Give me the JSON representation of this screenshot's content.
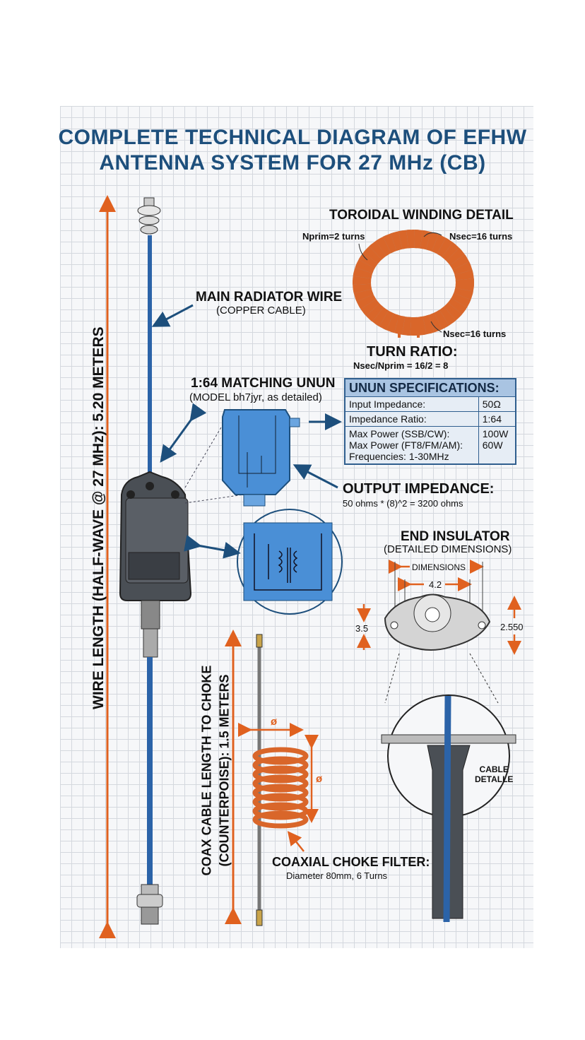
{
  "title": {
    "line1": "COMPLETE TECHNICAL DIAGRAM OF EFHW",
    "line2": "ANTENNA SYSTEM FOR 27 MHz (CB)"
  },
  "wire_length_label": "WIRE LENGTH (HALF-WAVE @ 27 MHz): 5.20 METERS",
  "main_radiator": {
    "title": "MAIN RADIATOR WIRE",
    "subtitle": "(COPPER CABLE)"
  },
  "toroid": {
    "title": "TOROIDAL WINDING DETAIL",
    "nprim": "Nprim=2 turns",
    "nsec_top": "Nsec=16 turns",
    "nsec_bottom": "Nsec=16 turns"
  },
  "turn_ratio": {
    "title": "TURN RATIO:",
    "formula": "Nsec/Nprim = 16/2 = 8"
  },
  "unun": {
    "title": "1:64 MATCHING UNUN",
    "subtitle": "(MODEL bh7jyr, as detailed)"
  },
  "specs": {
    "header": "UNUN SPECIFICATIONS:",
    "rows": [
      {
        "label": "Input Impedance:",
        "value": "50Ω"
      },
      {
        "label": "Impedance Ratio:",
        "value": "1:64"
      },
      {
        "label": "Max Power (SSB/CW):",
        "value": "100W"
      },
      {
        "label": "Max Power (FT8/FM/AM):",
        "value": "60W"
      },
      {
        "label": "Frequencies: 1-30MHz",
        "value": ""
      }
    ]
  },
  "output_impedance": {
    "title": "OUTPUT IMPEDANCE:",
    "formula": "50 ohms * (8)^2 = 3200 ohms"
  },
  "end_insulator": {
    "title": "END INSULATOR",
    "subtitle": "(DETAILED DIMENSIONS)",
    "dimensions": "DIMENSIONS",
    "width": "4.2",
    "hole": "3.5",
    "height": "2.550"
  },
  "cable_detail": "CABLE\nDETALLE",
  "cable_detail_lines": [
    "CABLE",
    "DETALLE"
  ],
  "coax_length": {
    "line1": "COAX CABLE LENGTH TO CHOKE",
    "line2": "(COUNTERPOISE): 1.5 METERS"
  },
  "choke": {
    "title": "COAXIAL CHOKE FILTER:",
    "subtitle": "Diameter 80mm, 6 Turns",
    "diameter_symbol": "ø"
  },
  "colors": {
    "title": "#1d4f7c",
    "dimension": "#e0611f",
    "wire": "#2b63a8",
    "copper": "#d9662a"
  }
}
